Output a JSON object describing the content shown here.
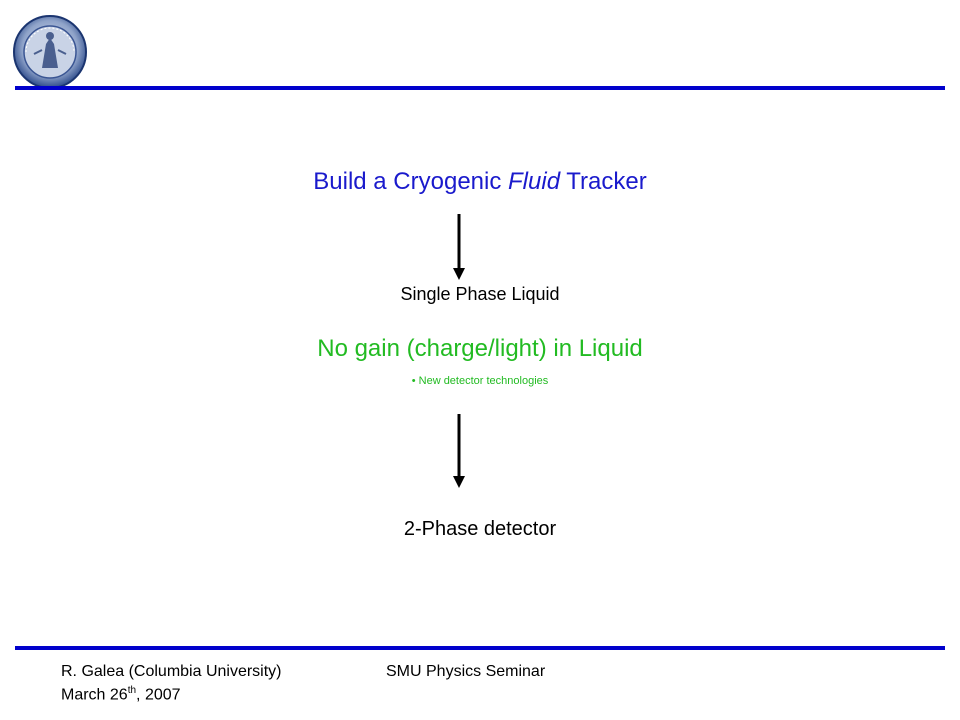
{
  "header": {
    "logo_name": "columbia-university-seal"
  },
  "colors": {
    "rule": "#0000cc",
    "title": "#1a1acc",
    "green": "#22bb22"
  },
  "main": {
    "title_before": "Build a Cryogenic ",
    "title_italic": "Fluid",
    "title_after": " Tracker",
    "step1": "Single Phase Liquid",
    "issue": "No gain (charge/light) in Liquid",
    "bullet": "• New detector technologies",
    "step2": "2-Phase detector"
  },
  "footer": {
    "author": "R. Galea (Columbia University)",
    "date_prefix": "March 26",
    "date_sup": "th",
    "date_suffix": ", 2007",
    "event": "SMU Physics Seminar"
  }
}
